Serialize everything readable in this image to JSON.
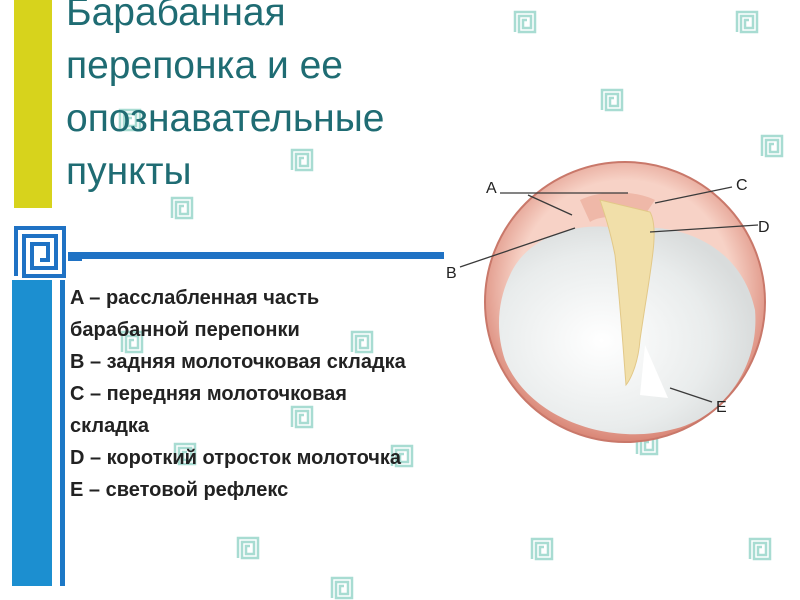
{
  "slide": {
    "title_lines": [
      "Барабанная",
      "перепонка и ее",
      "опознавательные",
      "пункты"
    ],
    "legend": [
      {
        "letter": "A",
        "text": "A – расслабленная часть",
        "cont": "барабанной перепонки"
      },
      {
        "letter": "B",
        "text": "B – задняя молоточковая складка",
        "cont": ""
      },
      {
        "letter": "C",
        "text": "C – передняя молоточковая",
        "cont": "складка"
      },
      {
        "letter": "D",
        "text": "D – короткий отросток молоточка",
        "cont": ""
      },
      {
        "letter": "E",
        "text": "E – световой рефлекс",
        "cont": ""
      }
    ]
  },
  "diagram": {
    "labels": {
      "a": "A",
      "b": "B",
      "c": "C",
      "d": "D",
      "e": "E"
    }
  },
  "colors": {
    "title": "#1f6c73",
    "accent_yellow": "#d7d31c",
    "accent_blue": "#1c8fd0",
    "motif": "#a8dcd2",
    "membrane_rim": "#e39a8c",
    "membrane_center": "#f2f2f2"
  },
  "icons": [
    "greek-key-motif"
  ]
}
